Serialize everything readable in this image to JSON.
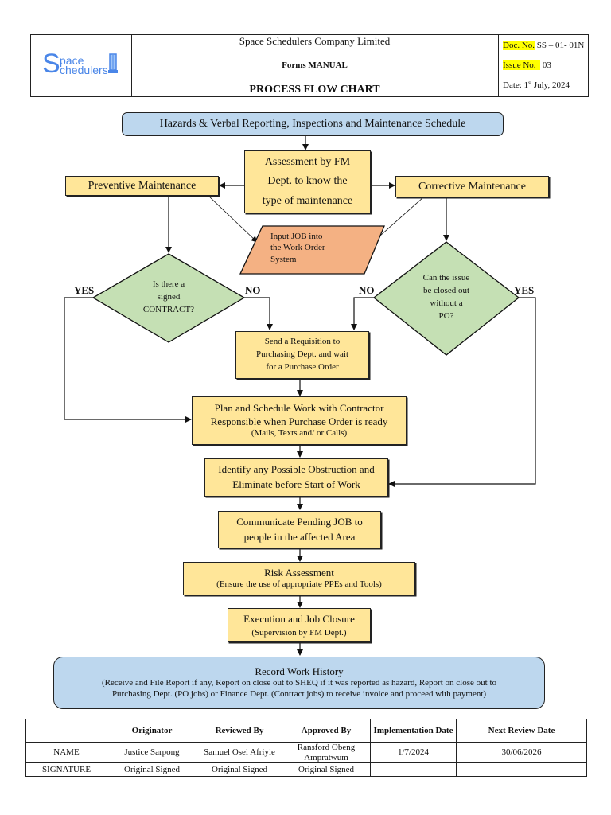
{
  "header": {
    "logo": {
      "initial": "S",
      "line1": "pace",
      "line2": "chedulers",
      "icon": "door-icon",
      "color": "#4a86e8"
    },
    "company": "Space Schedulers Company Limited",
    "manual": "Forms MANUAL",
    "title": "PROCESS FLOW CHART",
    "doc_no_label": "Doc. No.",
    "doc_no_value": "SS – 01- 01N",
    "issue_no_label": "Issue No.",
    "issue_no_value": "03",
    "date_prefix": "Date: 1",
    "date_sup": "st",
    "date_suffix": " July, 2024"
  },
  "flowchart": {
    "start": "Hazards & Verbal Reporting, Inspections and Maintenance Schedule",
    "assessment": [
      "Assessment by FM",
      "Dept. to know the",
      "type of maintenance"
    ],
    "preventive": "Preventive Maintenance",
    "corrective": "Corrective Maintenance",
    "input_job": [
      "Input JOB into",
      "the Work Order",
      "System"
    ],
    "decision_contract": [
      "Is there a",
      "signed",
      "CONTRACT?"
    ],
    "decision_po": [
      "Can the issue",
      "be closed out",
      "without a",
      "PO?"
    ],
    "yes_left": "YES",
    "no_left": "NO",
    "no_right": "NO",
    "yes_right": "YES",
    "requisition": [
      "Send a Requisition to",
      "Purchasing Dept. and wait",
      "for a Purchase Order"
    ],
    "plan": [
      "Plan and Schedule Work with Contractor",
      "Responsible when Purchase Order is ready"
    ],
    "plan_sub": "(Mails, Texts and/ or Calls)",
    "obstruction": [
      "Identify any Possible Obstruction and",
      "Eliminate before Start of Work"
    ],
    "communicate": [
      "Communicate Pending JOB to",
      "people in the affected Area"
    ],
    "risk": "Risk Assessment",
    "risk_sub": "(Ensure the use of appropriate PPEs and Tools)",
    "execution": "Execution and Job Closure",
    "execution_sub": "(Supervision by FM Dept.)",
    "record": "Record Work History",
    "record_sub": [
      "(Receive and File Report if any, Report on close out to SHEQ if it was reported as hazard, Report on close out to",
      "Purchasing Dept. (PO jobs) or Finance Dept. (Contract jobs) to receive invoice and proceed with payment)"
    ],
    "colors": {
      "process": "#ffe699",
      "terminal": "#bdd7ee",
      "decision": "#c5e0b4",
      "io": "#f4b183"
    }
  },
  "signoff": {
    "headers": [
      "",
      "Originator",
      "Reviewed By",
      "Approved By",
      "Implementation Date",
      "Next Review Date"
    ],
    "rows": [
      [
        "NAME",
        "Justice Sarpong",
        "Samuel Osei Afriyie",
        "Ransford Obeng Ampratwum",
        "1/7/2024",
        "30/06/2026"
      ],
      [
        "SIGNATURE",
        "Original Signed",
        "Original Signed",
        "Original Signed",
        "",
        ""
      ]
    ]
  }
}
